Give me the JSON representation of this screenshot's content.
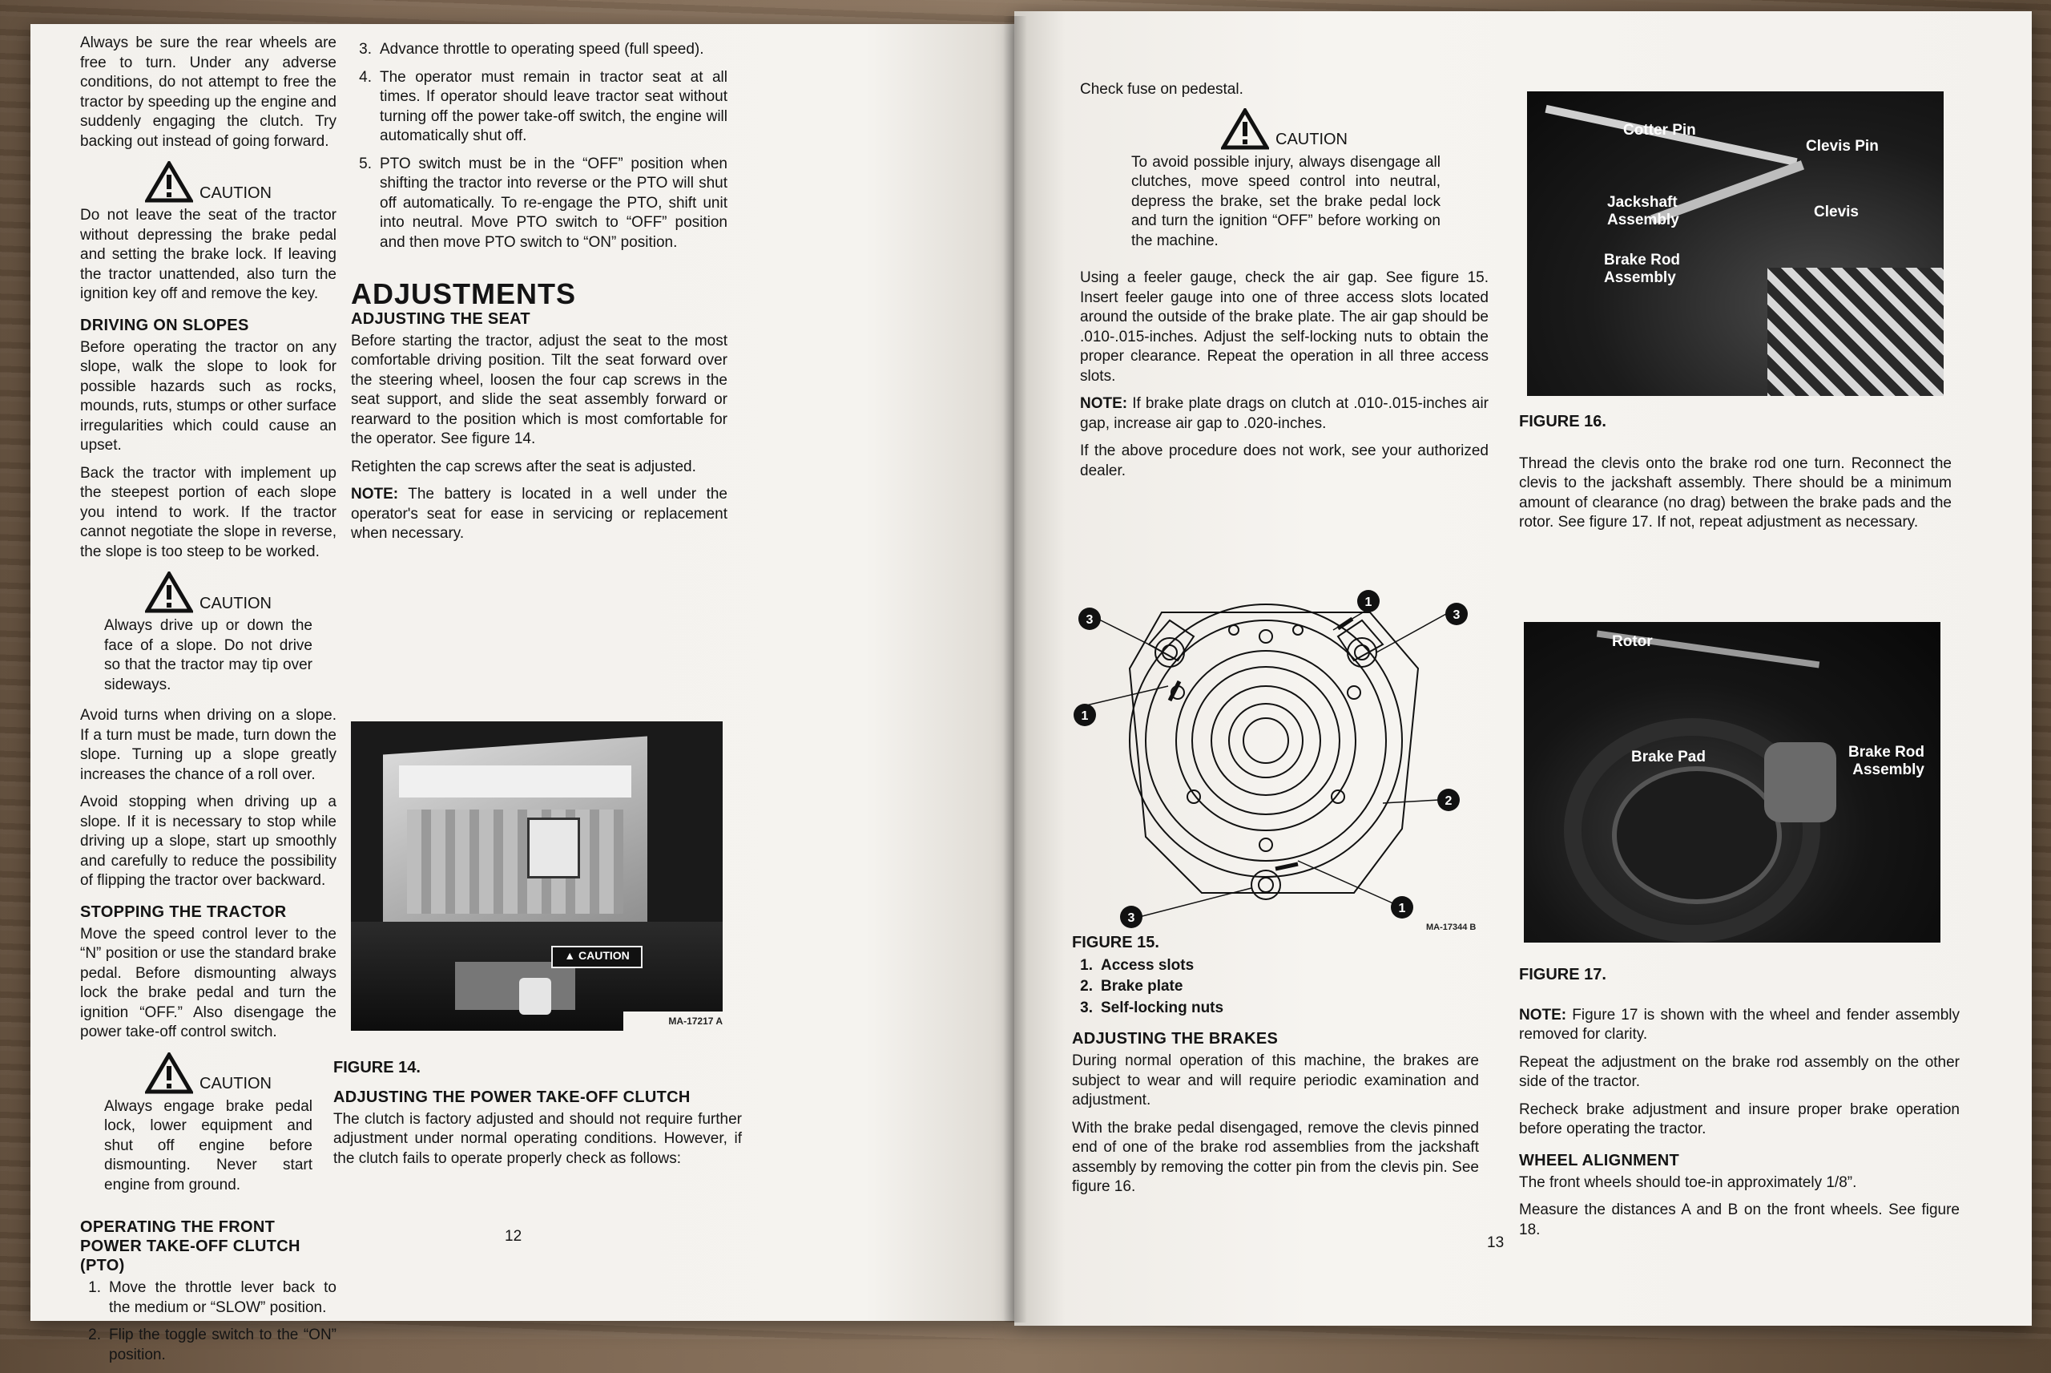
{
  "left_page": {
    "page_number": "12",
    "col1": {
      "intro": "Always be sure the rear wheels are free to turn. Under any adverse conditions, do not attempt to free the tractor by speeding up the engine and suddenly engaging the clutch. Try backing out instead of going forward.",
      "caution1": {
        "label": "CAUTION",
        "text": "Do not leave the seat of the tractor without depressing the brake pedal and setting the brake lock. If leaving the tractor unattended, also turn the ignition key off and remove the key."
      },
      "slopes_heading": "DRIVING ON SLOPES",
      "slopes_p1": "Before operating the tractor on any slope, walk the slope to look for possible hazards such as rocks, mounds, ruts, stumps or other surface irregularities which could cause an upset.",
      "slopes_p2": "Back the tractor with implement up the steepest portion of each slope you intend to work. If the tractor cannot negotiate the slope in reverse, the slope is too steep to be worked.",
      "caution2": {
        "label": "CAUTION",
        "text": "Always drive up or down the face of a slope. Do not drive so that the tractor may tip over sideways."
      },
      "slopes_p3": "Avoid turns when driving on a slope. If a turn must be made, turn down the slope. Turning up a slope greatly increases the chance of a roll over.",
      "slopes_p4": "Avoid stopping when driving up a slope. If it is necessary to stop while driving up a slope, start up smoothly and carefully to reduce the possibility of flipping the tractor over backward.",
      "stopping_heading": "STOPPING THE TRACTOR",
      "stopping_p": "Move the speed control lever to the “N” position or use the standard brake pedal. Before dismounting always lock the brake pedal and turn the ignition “OFF.” Also disengage the power take-off control switch.",
      "caution3": {
        "label": "CAUTION",
        "text": "Always engage brake pedal lock, lower equipment and shut off engine before dismounting. Never start engine from ground."
      },
      "pto_heading": "OPERATING THE FRONT POWER TAKE-OFF CLUTCH (PTO)",
      "pto_steps": [
        {
          "n": "1.",
          "t": "Move the throttle lever back to the medium or “SLOW” position."
        },
        {
          "n": "2.",
          "t": "Flip the toggle switch to the “ON” position."
        }
      ]
    },
    "col2": {
      "steps": [
        {
          "n": "3.",
          "t": "Advance throttle to operating speed (full speed)."
        },
        {
          "n": "4.",
          "t": "The operator must remain in tractor seat at all times. If operator should leave tractor seat without turning off the power take-off switch, the engine will automatically shut off."
        },
        {
          "n": "5.",
          "t": "PTO switch must be in the “OFF” position when shifting the tractor into reverse or the PTO will shut off automatically. To re-engage the PTO, shift unit into neutral. Move PTO switch to “OFF” position and then move PTO switch to “ON” position."
        }
      ],
      "adjustments_title": "ADJUSTMENTS",
      "seat_heading": "ADJUSTING THE SEAT",
      "seat_p1": "Before starting the tractor, adjust the seat to the most comfortable driving position. Tilt the seat forward over the steering wheel, loosen the four cap screws in the seat support, and slide the seat assembly forward or rearward to the position which is most comfortable for the operator. See figure 14.",
      "seat_p2": "Retighten the cap screws after the seat is adjusted.",
      "note_label": "NOTE:",
      "note_text": "The battery is located in a well under the operator's seat for ease in servicing or replacement when necessary.",
      "fig14_sticker": "CAUTION",
      "fig14_code": "MA-17217 A",
      "fig14_caption": "FIGURE 14.",
      "pto_adj_heading": "ADJUSTING THE POWER TAKE-OFF CLUTCH",
      "pto_adj_p": "The clutch is factory adjusted and should not require further adjustment under normal operating conditions. However, if the clutch fails to operate properly check as follows:"
    }
  },
  "right_page": {
    "page_number": "13",
    "col1": {
      "fuse": "Check fuse on pedestal.",
      "caution": {
        "label": "CAUTION",
        "text": "To avoid possible injury, always disengage all clutches, move speed control into neutral, depress the brake, set the brake pedal lock and turn the ignition “OFF” before working on the machine."
      },
      "gauge_p": "Using a feeler gauge, check the air gap. See figure 15. Insert feeler gauge into one of three access slots located around the outside of the brake plate. The air gap should be .010-.015-inches. Adjust the self-locking nuts to obtain the proper clearance. Repeat the operation in all three access slots.",
      "note_label": "NOTE:",
      "note_text": "If brake plate drags on clutch at .010-.015-inches air gap, increase air gap to .020-inches.",
      "dealer_p": "If the above procedure does not work, see your authorized dealer.",
      "fig15_callouts": [
        "1",
        "1",
        "1",
        "2",
        "3",
        "3",
        "3"
      ],
      "fig15_code": "MA-17344 B",
      "fig15_caption": "FIGURE 15.",
      "fig15_items": [
        {
          "n": "1.",
          "t": "Access slots"
        },
        {
          "n": "2.",
          "t": "Brake plate"
        },
        {
          "n": "3.",
          "t": "Self-locking nuts"
        }
      ],
      "brakes_heading": "ADJUSTING THE BRAKES",
      "brakes_p1": "During normal operation of this machine, the brakes are subject to wear and will require periodic examination and adjustment.",
      "brakes_p2": "With the brake pedal disengaged, remove the clevis pinned end of one of the brake rod assemblies from the jackshaft assembly by removing the cotter pin from the clevis pin. See figure 16."
    },
    "col2": {
      "fig16_labels": {
        "cotter": "Cotter Pin",
        "clevis_pin": "Clevis Pin",
        "jackshaft": "Jackshaft Assembly",
        "clevis": "Clevis",
        "brake_rod": "Brake Rod Assembly"
      },
      "fig16_caption": "FIGURE 16.",
      "thread_p": "Thread the clevis onto the brake rod one turn. Reconnect the clevis to the jackshaft assembly. There should be a minimum amount of clearance (no drag) between the brake pads and the rotor. See figure 17. If not, repeat adjustment as necessary.",
      "fig17_labels": {
        "rotor": "Rotor",
        "brake_pad": "Brake Pad",
        "brake_rod": "Brake Rod Assembly"
      },
      "fig17_caption": "FIGURE 17.",
      "note_label": "NOTE:",
      "note_text": "Figure 17 is shown with the wheel and fender assembly removed for clarity.",
      "repeat_p": "Repeat the adjustment on the brake rod assembly on the other side of the tractor.",
      "recheck_p": "Recheck brake adjustment and insure proper brake operation before operating the tractor.",
      "wheel_heading": "WHEEL ALIGNMENT",
      "wheel_p1": "The front wheels should toe-in approximately 1/8”.",
      "wheel_p2": "Measure the distances A and B on the front wheels. See figure 18."
    }
  }
}
